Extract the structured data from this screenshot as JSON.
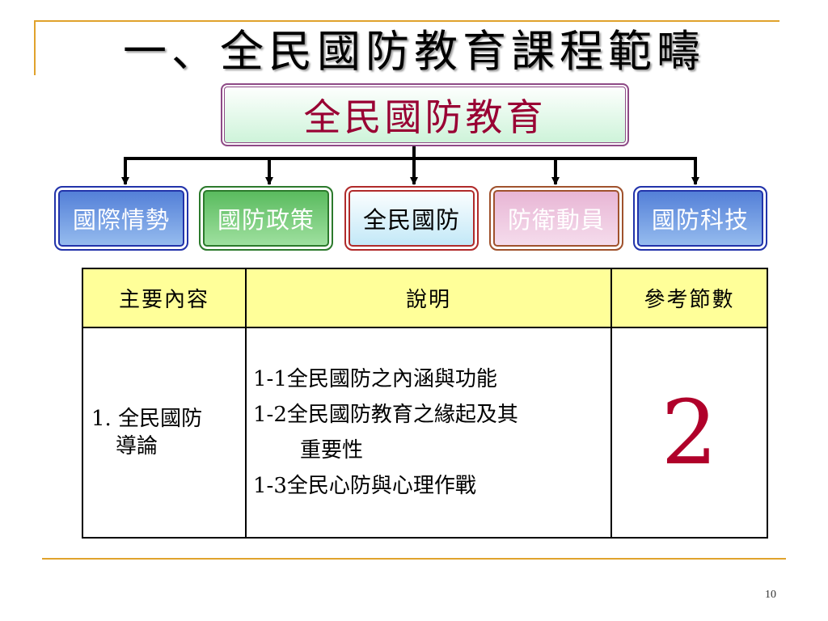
{
  "title": "一、全民國防教育課程範疇",
  "root": "全民國防教育",
  "nodes": [
    "國際情勢",
    "國防政策",
    "全民國防",
    "防衛動員",
    "國防科技"
  ],
  "colors": {
    "accent_line": "#e0a22c",
    "root_text": "#990033",
    "header_fill": "#ffff99",
    "number_red": "#b0002a"
  },
  "table": {
    "headers": [
      "主要內容",
      "說明",
      "參考節數"
    ],
    "row": {
      "content": [
        "1. 全民國防",
        "導論"
      ],
      "description": [
        "1-1全民國防之內涵與功能",
        "1-2全民國防教育之緣起及其",
        "重要性",
        "1-3全民心防與心理作戰"
      ],
      "sessions": "2"
    }
  },
  "page_number": "10"
}
